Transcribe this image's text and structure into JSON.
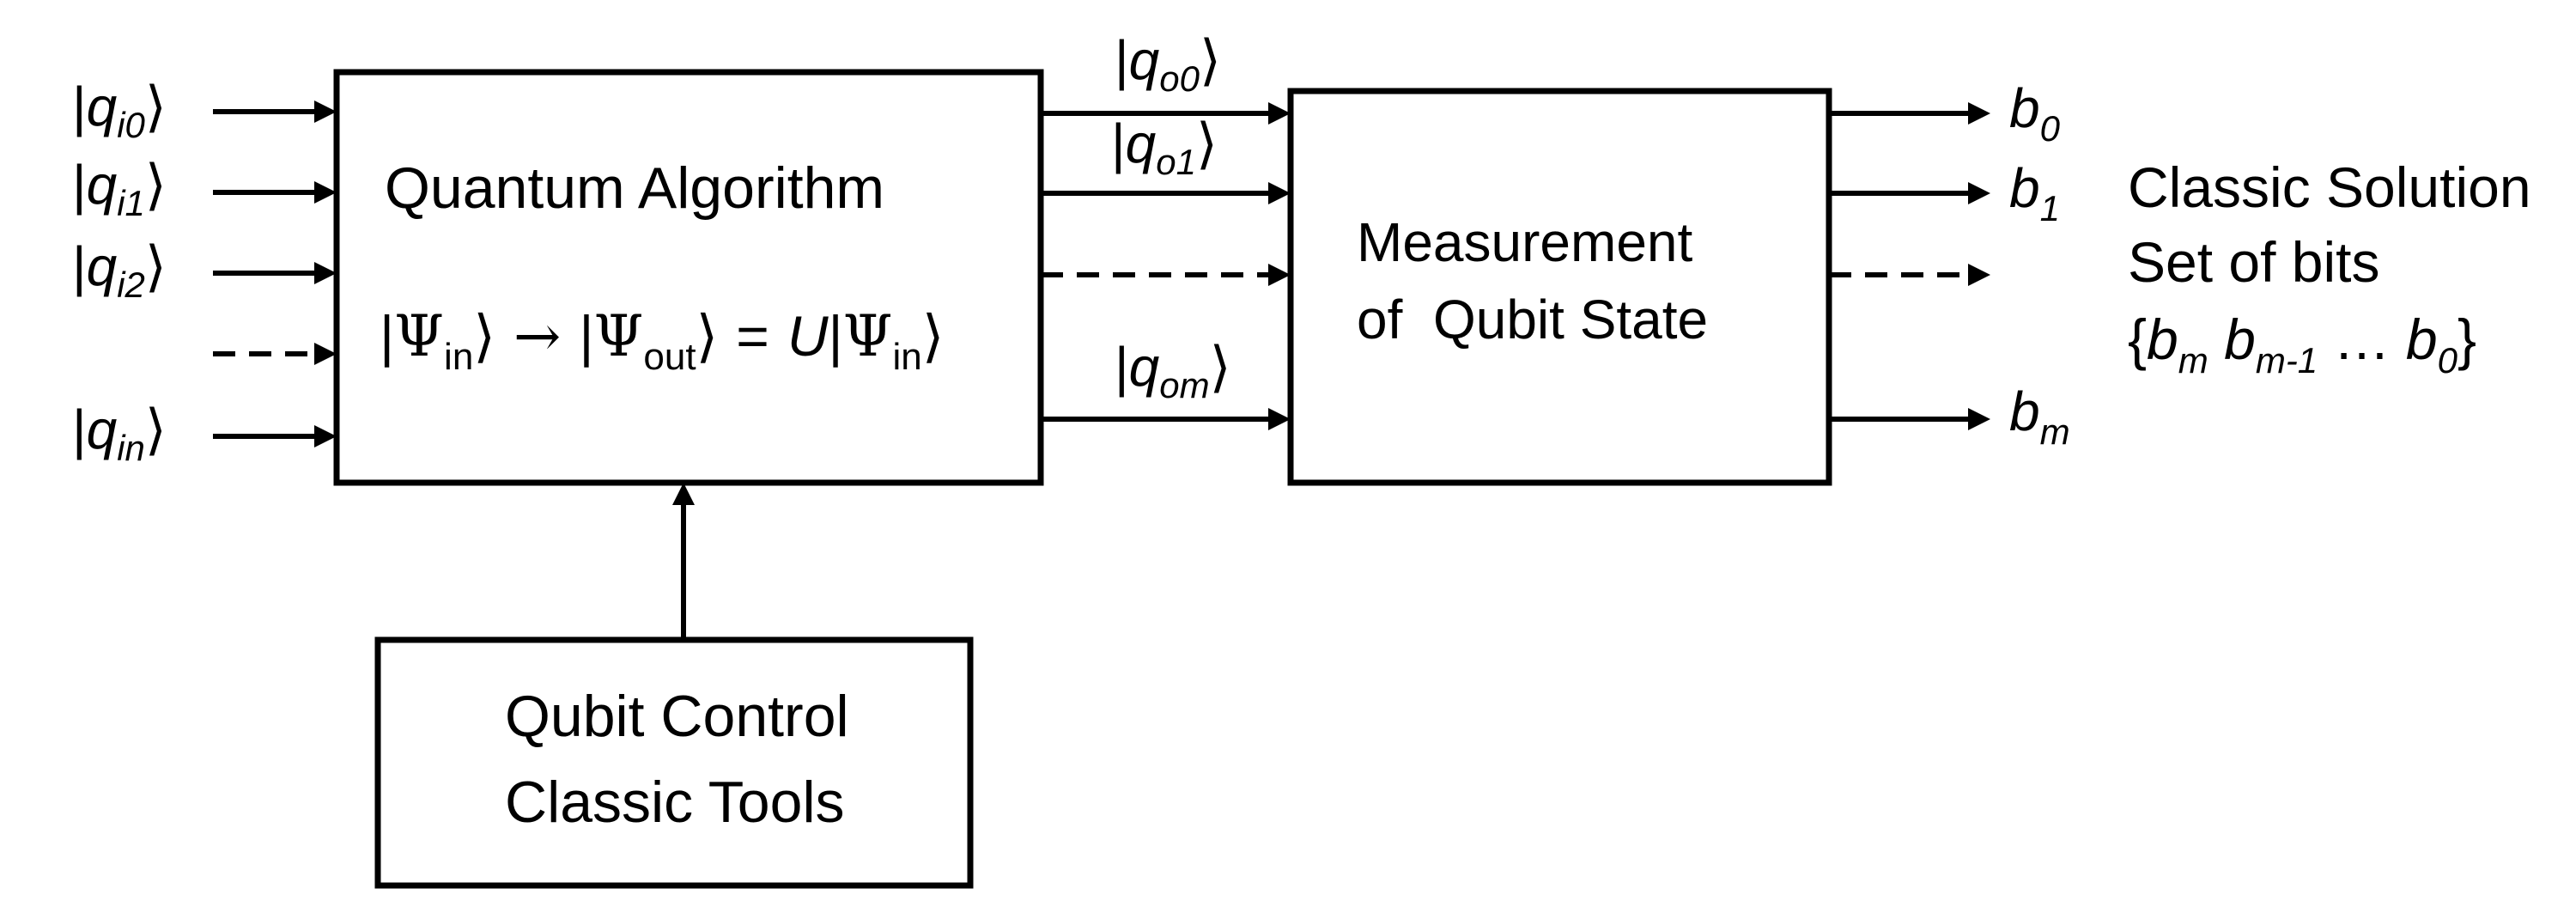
{
  "diagram": {
    "colors": {
      "stroke": "#000000",
      "background": "#ffffff"
    },
    "inputs": [
      {
        "symbol": "q",
        "sub": "i0",
        "line": "solid"
      },
      {
        "symbol": "q",
        "sub": "i1",
        "line": "solid"
      },
      {
        "symbol": "q",
        "sub": "i2",
        "line": "solid"
      },
      {
        "symbol": "",
        "sub": "",
        "line": "dashed"
      },
      {
        "symbol": "q",
        "sub": "in",
        "line": "solid"
      }
    ],
    "algorithm_box": {
      "title": "Quantum Algorithm",
      "equation": {
        "psi": "Ψ",
        "in_sub": "in",
        "arrow": "→",
        "out_sub": "out",
        "equals": "=",
        "operator": "U"
      }
    },
    "outputs": [
      {
        "symbol": "q",
        "sub": "o0",
        "line": "solid"
      },
      {
        "symbol": "q",
        "sub": "o1",
        "line": "solid"
      },
      {
        "symbol": "",
        "sub": "",
        "line": "dashed"
      },
      {
        "symbol": "q",
        "sub": "om",
        "line": "solid"
      }
    ],
    "measurement_box": {
      "line1": "Measurement",
      "line2": "of  Qubit State"
    },
    "bits": [
      {
        "symbol": "b",
        "sub": "0",
        "line": "solid"
      },
      {
        "symbol": "b",
        "sub": "1",
        "line": "solid"
      },
      {
        "symbol": "",
        "sub": "",
        "line": "dashed"
      },
      {
        "symbol": "b",
        "sub": "m",
        "line": "solid"
      }
    ],
    "solution": {
      "line1": "Classic Solution",
      "line2": "Set of bits",
      "set_open": "{",
      "set_items": [
        {
          "symbol": "b",
          "sub": "m"
        },
        {
          "symbol": "b",
          "sub": "m-1"
        },
        {
          "symbol": "…",
          "sub": ""
        },
        {
          "symbol": "b",
          "sub": "0"
        }
      ],
      "set_close": "}"
    },
    "control_box": {
      "line1": "Qubit Control",
      "line2": "Classic Tools"
    },
    "ket_left": "|",
    "ket_right": "⟩"
  }
}
